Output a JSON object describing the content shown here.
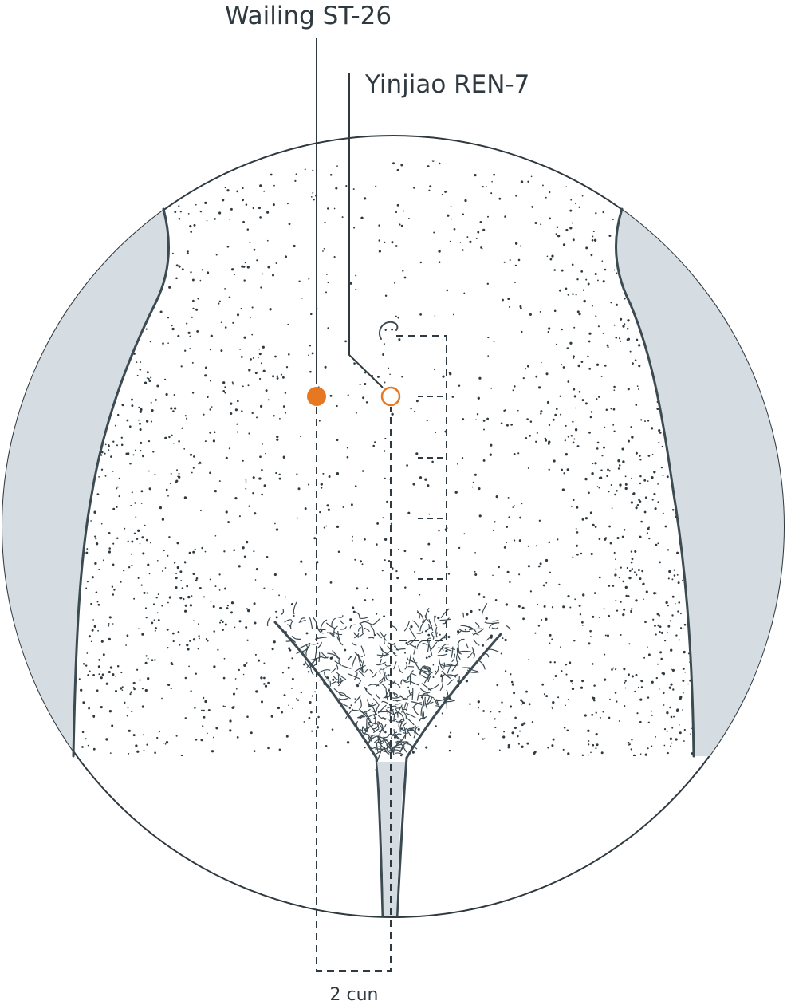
{
  "points": {
    "wailing": {
      "label": "Wailing ST-26",
      "marker": "filled-circle",
      "color": "#e87722"
    },
    "yinjiao": {
      "label": "Yinjiao REN-7",
      "marker": "hollow-circle",
      "color": "#e87722"
    }
  },
  "measure": {
    "width_label": "2 cun"
  },
  "colors": {
    "ink": "#2f3a40",
    "background_panel": "#d6dde2",
    "accent": "#e87722"
  }
}
